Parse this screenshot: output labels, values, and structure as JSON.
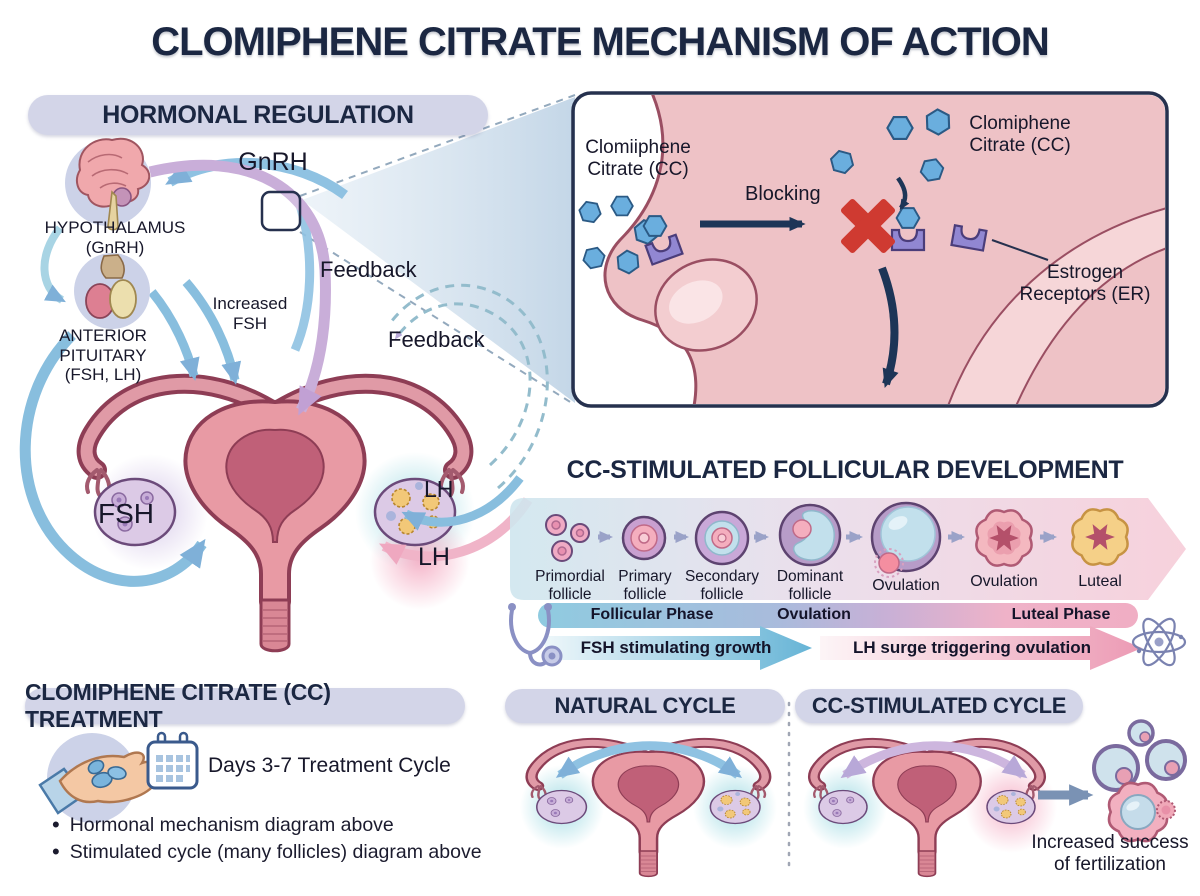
{
  "title": "CLOMIPHENE CITRATE MECHANISM OF ACTION",
  "hormonal": {
    "header": "HORMONAL REGULATION",
    "gnrh": "GnRH",
    "hypothalamus_line1": "HYPOTHALAMUS",
    "hypothalamus_line2": "(GnRH)",
    "pituitary_line1": "ANTERIOR",
    "pituitary_line2": "PITUITARY",
    "pituitary_line3": "(FSH, LH)",
    "increased_fsh_line1": "Increased",
    "increased_fsh_line2": "FSH",
    "feedback_upper": "Feedback",
    "feedback_lower": "Feedback",
    "fsh": "FSH",
    "lh_upper": "LH",
    "lh_lower": "LH"
  },
  "inset": {
    "cc_left_line1": "Clomiiphene",
    "cc_left_line2": "Citrate (CC)",
    "blocking": "Blocking",
    "cc_right_line1": "Clomiphene",
    "cc_right_line2": "Citrate (CC)",
    "er_line1": "Estrogen",
    "er_line2": "Receptors (ER)"
  },
  "follicular": {
    "title": "CC-STIMULATED FOLLICULAR DEVELOPMENT",
    "stages": [
      {
        "label": "Primordial follicle"
      },
      {
        "label": "Primary follicle"
      },
      {
        "label": "Secondary follicle"
      },
      {
        "label": "Dominant follicle"
      },
      {
        "label": "Ovulation"
      },
      {
        "label": "Ovulation"
      },
      {
        "label": "Luteal"
      }
    ],
    "phases": [
      "Follicular Phase",
      "Ovulation",
      "Luteal Phase"
    ],
    "fsh_arrow_label": "FSH stimulating growth",
    "lh_arrow_label": "LH surge triggering ovulation"
  },
  "treatment": {
    "header": "CLOMIPHENE CITRATE (CC) TREATMENT",
    "calendar_note": "Days 3-7 Treatment Cycle",
    "bullets": [
      "Hormonal mechanism diagram above",
      "Stimulated cycle (many follicles) diagram above"
    ]
  },
  "natural_cycle": {
    "header": "NATURAL CYCLE"
  },
  "cc_cycle": {
    "header": "CC-STIMULATED CYCLE",
    "note_line1": "Increased success",
    "note_line2": "of fertilization"
  },
  "colors": {
    "header_navy": "#1b2742",
    "pill_bg": "#d3d5e8",
    "tissue_pink": "#eec2c6",
    "tissue_outline": "#9a4e62",
    "cc_hexagon_blue": "#6aaede",
    "receptor_purple": "#9187d2",
    "blocking_red": "#cf3a31",
    "arrow_navy": "#1d3557",
    "fsh_blue": "#8fc2e2",
    "gnrh_purple": "#c9aed9",
    "lh_pink": "#efa8c0",
    "luteal_yellow": "#f5d088"
  }
}
